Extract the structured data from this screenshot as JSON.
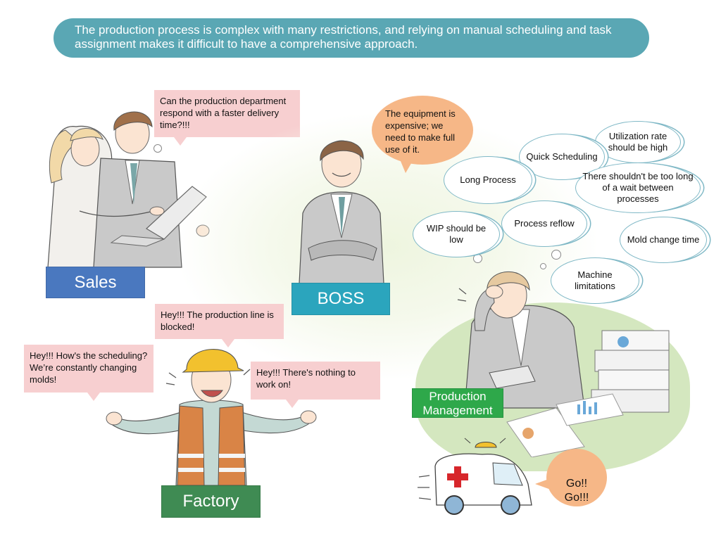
{
  "banner": {
    "text": "The production process is complex with many restrictions, and relying on manual scheduling and task assignment makes it difficult to have a comprehensive approach."
  },
  "sales": {
    "label": "Sales",
    "bubble": "Can the production department respond with a faster delivery time?!!!",
    "color": "#4a78bf"
  },
  "boss": {
    "label": "BOSS",
    "bubble": "The equipment is expensive; we need to make full use of it.",
    "color": "#2ba5bd"
  },
  "factory": {
    "label": "Factory",
    "color": "#3f8b53",
    "bubble_blocked": "Hey!!! The production line is blocked!",
    "bubble_scheduling": "Hey!!! How's the scheduling? We’re constantly changing molds!",
    "bubble_nothing": "Hey!!! There's nothing to work on!"
  },
  "production_management": {
    "label": "Production Management",
    "color": "#2ea84a",
    "go_bubble": "Go!!\nGo!!!",
    "thoughts": {
      "utilization": "Utilization rate should be high",
      "quick": "Quick Scheduling",
      "long_process": "Long Process",
      "wait": "There shouldn't be too long of a wait between processes",
      "wip": "WIP should be low",
      "reflow": "Process reflow",
      "mold": "Mold change time",
      "machine": "Machine limitations"
    }
  }
}
